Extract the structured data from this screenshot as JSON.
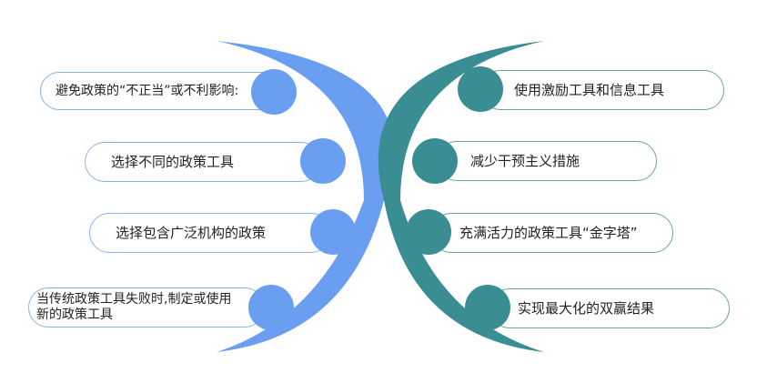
{
  "colors": {
    "left_accent": "#6a9ef0",
    "left_border": "#8db0e8",
    "right_accent": "#3a8d92",
    "right_border": "#6aa3a6"
  },
  "left_items": [
    {
      "label": "避免政策的“不正当”或不利影响:"
    },
    {
      "label": "选择不同的政策工具"
    },
    {
      "label": "选择包含广泛机构的政策"
    },
    {
      "label": "当传统政策工具失败时,制定或使用新的政策工具"
    }
  ],
  "right_items": [
    {
      "label": "使用激励工具和信息工具"
    },
    {
      "label": "减少干预主义措施"
    },
    {
      "label": "充满活力的政策工具“金字塔”"
    },
    {
      "label": "实现最大化的双赢结果"
    }
  ]
}
